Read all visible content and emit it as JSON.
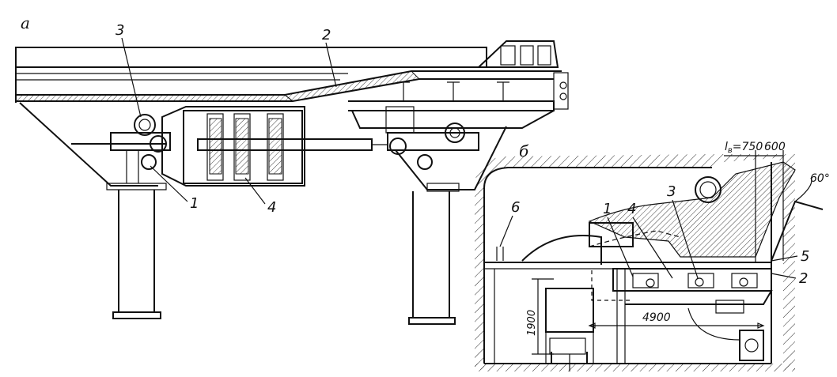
{
  "panels": {
    "a": {
      "letter": "а"
    },
    "b": {
      "letter": "б"
    }
  },
  "callouts_a": [
    "3",
    "2",
    "1",
    "4"
  ],
  "callouts_b": [
    "6",
    "1",
    "4",
    "3",
    "5",
    "2"
  ],
  "dimensions": {
    "l_label": "l",
    "l_sub": "в",
    "l_value": "=750",
    "gap": "600",
    "angle": "60°",
    "height": "1900",
    "span": "4900"
  }
}
